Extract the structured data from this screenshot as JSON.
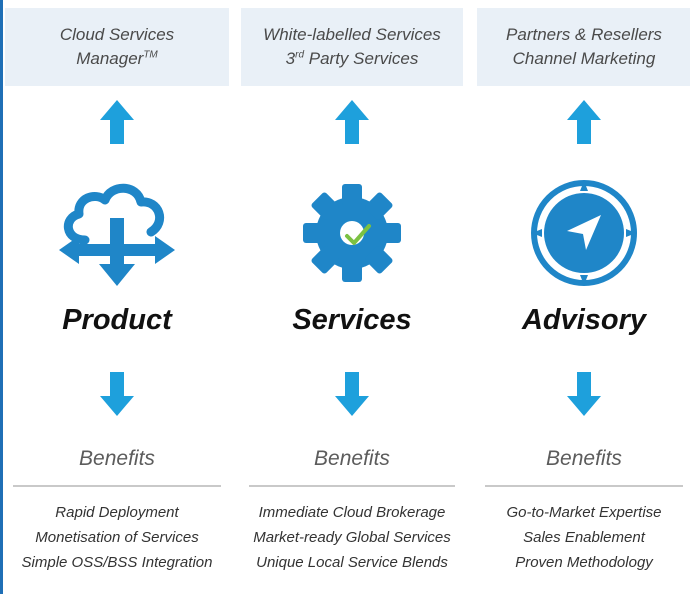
{
  "colors": {
    "accent": "#1ea0dc",
    "border": "#1f6fb6",
    "box_bg": "#e9f0f7"
  },
  "columns": [
    {
      "top_lines": [
        "Cloud Services",
        "Manager"
      ],
      "top_sup": "TM",
      "icon": "cloud-distribution-icon",
      "title": "Product",
      "benefits_heading": "Benefits",
      "benefits": [
        "Rapid Deployment",
        "Monetisation of Services",
        "Simple OSS/BSS Integration"
      ]
    },
    {
      "top_lines": [
        "White-labelled Services",
        "3",
        " Party Services"
      ],
      "top_sup": "rd",
      "icon": "gear-check-icon",
      "title": "Services",
      "benefits_heading": "Benefits",
      "benefits": [
        "Immediate Cloud Brokerage",
        "Market-ready Global Services",
        "Unique Local Service Blends"
      ]
    },
    {
      "top_lines": [
        "Partners & Resellers",
        "Channel Marketing"
      ],
      "icon": "compass-icon",
      "title": "Advisory",
      "benefits_heading": "Benefits",
      "benefits": [
        "Go-to-Market Expertise",
        "Sales Enablement",
        "Proven Methodology"
      ]
    }
  ]
}
